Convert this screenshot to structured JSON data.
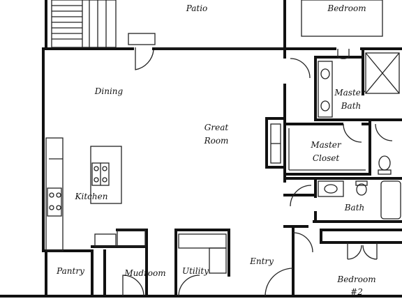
{
  "colors": {
    "wall": "#111111",
    "fixture": "#222222",
    "background": "#ffffff"
  },
  "rooms": {
    "patio": "Patio",
    "bedroom": "Bedroom",
    "dining": "Dining",
    "master_bath_1": "Master",
    "master_bath_2": "Bath",
    "great_room_1": "Great",
    "great_room_2": "Room",
    "master_closet_1": "Master",
    "master_closet_2": "Closet",
    "kitchen": "Kitchen",
    "bath": "Bath",
    "entry": "Entry",
    "pantry": "Pantry",
    "mudroom": "Mudroom",
    "utility": "Utility",
    "bedroom2_1": "Bedroom",
    "bedroom2_2": "#2"
  }
}
